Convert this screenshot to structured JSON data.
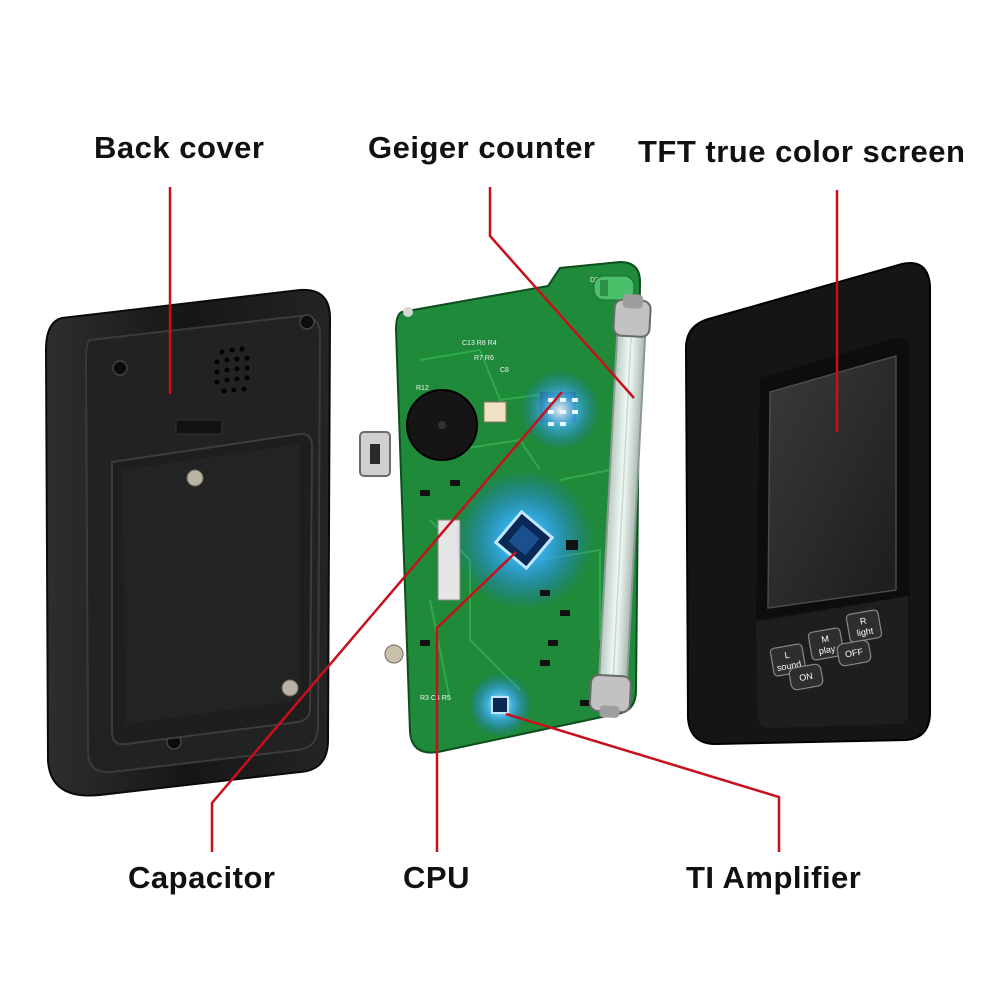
{
  "labels": {
    "back_cover": "Back cover",
    "geiger_counter": "Geiger counter",
    "tft_screen": "TFT true color screen",
    "capacitor": "Capacitor",
    "cpu": "CPU",
    "ti_amplifier": "TI Amplifier"
  },
  "device_buttons": {
    "left_top": "L",
    "left_bottom": "sound",
    "mid_top": "M",
    "mid_bottom": "play",
    "right_top": "R",
    "right_bottom": "light",
    "off": "OFF",
    "on": "ON"
  },
  "colors": {
    "leader_line": "#c8101c",
    "pcb_green": "#1f8a3a",
    "device_body": "#1a1a1a",
    "glow": "#2aa8ff"
  }
}
